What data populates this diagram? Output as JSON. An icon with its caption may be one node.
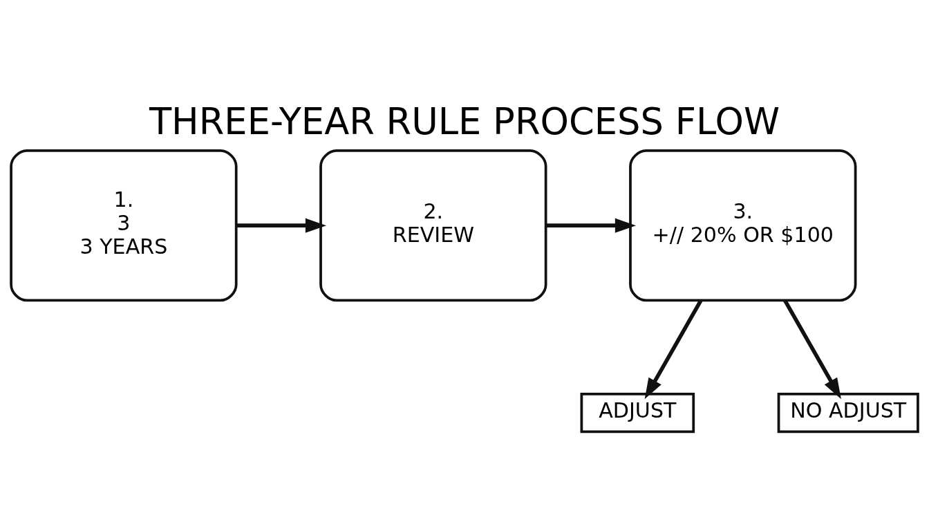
{
  "diagram": {
    "title": "THREE-YEAR RULE PROCESS FLOW",
    "nodes": [
      {
        "text": [
          "1.",
          "3",
          "3 YEARS"
        ]
      },
      {
        "text": [
          "2.",
          "REVIEW"
        ]
      },
      {
        "text": [
          "3.",
          "+// 20% OR $100"
        ]
      },
      {
        "text": [
          "ADJUST"
        ]
      },
      {
        "text": [
          "NO ADJUST"
        ]
      }
    ],
    "edges": [
      {
        "from": 0,
        "to": 1,
        "arrow": "to"
      },
      {
        "from": 1,
        "to": 2,
        "arrow": "to"
      },
      {
        "from": 2,
        "to": 3,
        "arrow": "to"
      },
      {
        "from": 2,
        "to": 4,
        "arrow": "to"
      }
    ]
  }
}
